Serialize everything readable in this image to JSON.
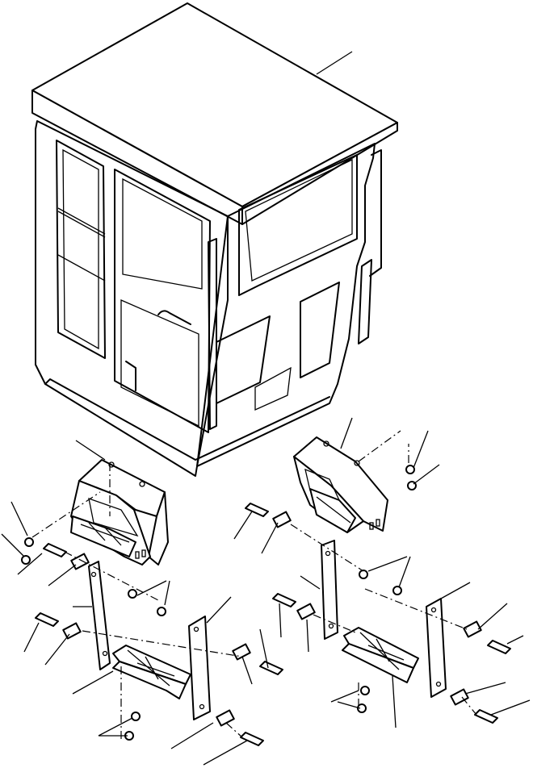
{
  "diagram": {
    "colors": {
      "line": "#000000",
      "background": "#ffffff"
    },
    "parts": {
      "cab": "cab",
      "mounts": [
        "left-front-mount",
        "right-front-mount"
      ],
      "plates": [
        "plate-1",
        "plate-2",
        "plate-3",
        "plate-4"
      ],
      "brackets": [
        "left-rear-bracket",
        "right-rear-bracket"
      ]
    }
  }
}
